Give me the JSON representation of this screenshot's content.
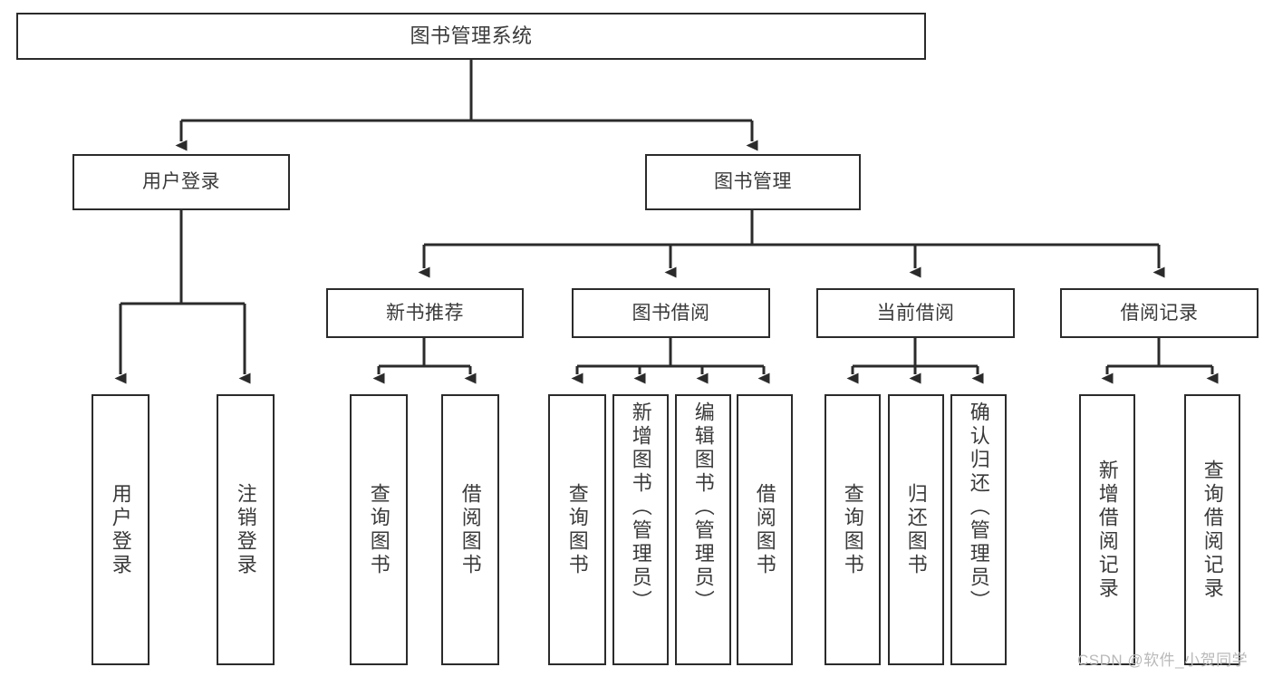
{
  "diagram": {
    "title": "图书管理系统",
    "type": "hierarchy-tree",
    "levels": 4,
    "stroke_color": "#2b2b2b",
    "text_color": "#3a3a3a",
    "background_color": "#ffffff",
    "root": {
      "label": "图书管理系统"
    },
    "level2": [
      {
        "label": "用户登录"
      },
      {
        "label": "图书管理"
      }
    ],
    "level3": [
      {
        "label": "新书推荐"
      },
      {
        "label": "图书借阅"
      },
      {
        "label": "当前借阅"
      },
      {
        "label": "借阅记录"
      }
    ],
    "leaves": {
      "user_login": [
        {
          "label": "用户登录"
        },
        {
          "label": "注销登录"
        }
      ],
      "new_book_recommend": [
        {
          "label": "查询图书"
        },
        {
          "label": "借阅图书"
        }
      ],
      "book_borrow": [
        {
          "label": "查询图书"
        },
        {
          "label": "新增图书（管理员）"
        },
        {
          "label": "编辑图书（管理员）"
        },
        {
          "label": "借阅图书"
        }
      ],
      "current_borrow": [
        {
          "label": "查询图书"
        },
        {
          "label": "归还图书"
        },
        {
          "label": "确认归还（管理员）"
        }
      ],
      "borrow_record": [
        {
          "label": "新增借阅记录"
        },
        {
          "label": "查询借阅记录"
        }
      ]
    }
  },
  "watermark": {
    "text": "CSDN @软件_小贺同学"
  }
}
